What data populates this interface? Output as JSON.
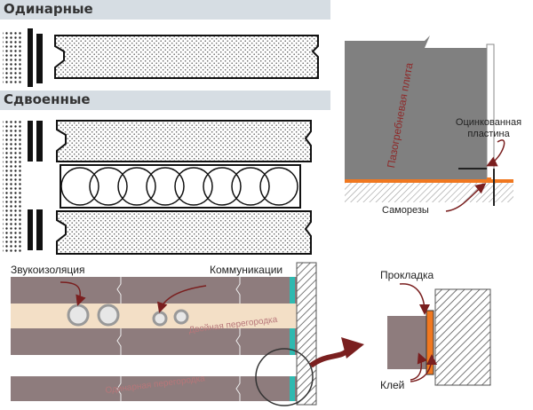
{
  "top_left": {
    "single_label": "Одинарные",
    "double_label": "Сдвоенные"
  },
  "top_right": {
    "panel_label": "Пазогребневая плита",
    "plate_label": "Оцинкованная пластина",
    "screws_label": "Саморезы"
  },
  "bottom": {
    "soundproofing_label": "Звукоизоляция",
    "communications_label": "Коммуникации",
    "double_partition_label": "Двойная перегородка",
    "single_partition_label": "Одинарная перегородка",
    "gasket_label": "Прокладка",
    "glue_label": "Клей"
  },
  "colors": {
    "header_band": "#d6dde3",
    "panel_gray": "#808080",
    "slab_brown": "#8e7c7d",
    "insulation_cream": "#f3dfc6",
    "gasket_orange": "#f07820",
    "seam_teal": "#2fb9b0",
    "arrow_red": "#7a1f1f"
  },
  "icons": [
    "circle-magnifier-icon",
    "curved-arrow-icon"
  ]
}
